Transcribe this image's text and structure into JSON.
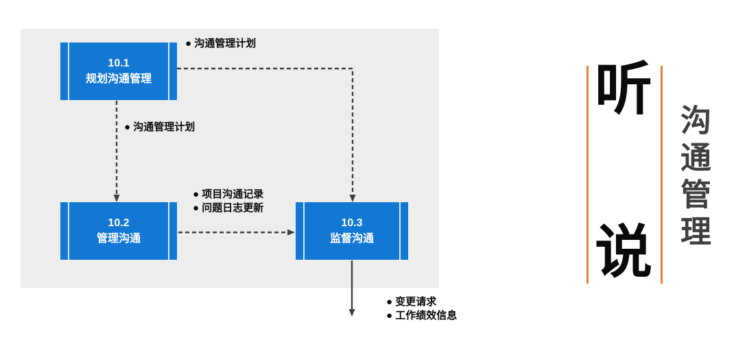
{
  "colors": {
    "process_box_blue": "#1377d4",
    "panel_gray": "#ededed",
    "arrow_dark": "#3f3f3f",
    "accent_orange": "#ed7d31",
    "side_title_gray": "#3f3f3f"
  },
  "diagram": {
    "boxes": [
      {
        "id": "10.1",
        "title": "规划沟通管理"
      },
      {
        "id": "10.2",
        "title": "管理沟通"
      },
      {
        "id": "10.3",
        "title": "监督沟通"
      }
    ],
    "labels": {
      "plan_to_monitor": "● 沟通管理计划",
      "plan_to_manage": "● 沟通管理计划",
      "manage_to_monitor_1": "● 项目沟通记录",
      "manage_to_monitor_2": "● 问题日志更新",
      "monitor_out_1": "● 变更请求",
      "monitor_out_2": "● 工作绩效信息"
    }
  },
  "side_panel": {
    "big_char_top": "听",
    "big_char_bottom": "说",
    "vertical_title": "沟通管理"
  }
}
